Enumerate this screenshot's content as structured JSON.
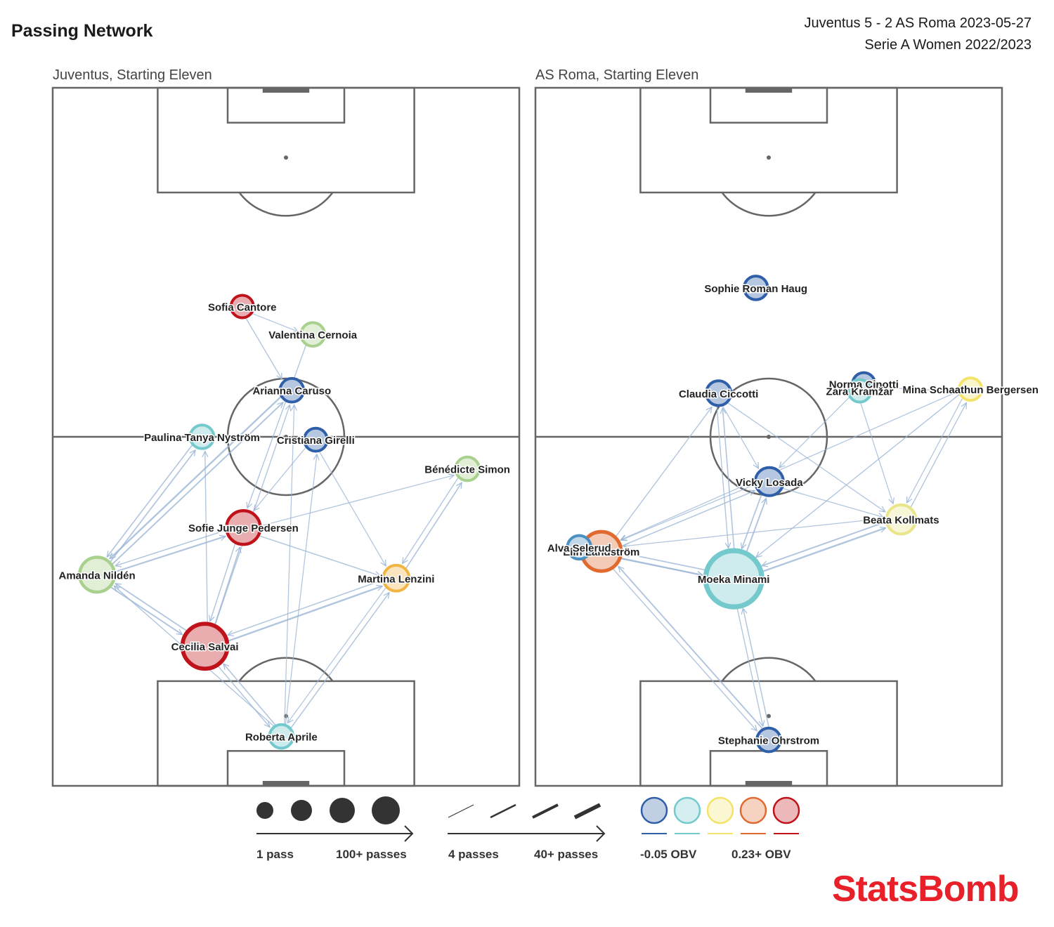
{
  "header": {
    "title": "Passing Network",
    "match_line1": "Juventus 5 - 2 AS Roma 2023-05-27",
    "match_line2": "Serie A Women 2022/2023"
  },
  "teams": {
    "home_label": "Juventus, Starting Eleven",
    "away_label": "AS Roma, Starting Eleven"
  },
  "legend": {
    "size_min": "1 pass",
    "size_max": "100+ passes",
    "width_min": "4 passes",
    "width_max": "40+ passes",
    "obv_min": "-0.05 OBV",
    "obv_max": "0.23+ OBV",
    "obv_colors": [
      "#2f5fa8",
      "#74c9cc",
      "#f3e36a",
      "#e06a30",
      "#c0121a"
    ]
  },
  "brand": "StatsBomb",
  "chart_data": [
    {
      "type": "network",
      "team": "Juventus",
      "title": "Juventus, Starting Eleven",
      "pitch": {
        "xlim": [
          0,
          80
        ],
        "ylim": [
          0,
          120
        ]
      },
      "players": [
        {
          "id": "cantore",
          "name": "Sofia Cantore",
          "x": 32.5,
          "y": 82.4,
          "passes": 10,
          "obv_color": "#c0121a"
        },
        {
          "id": "cernoia",
          "name": "Valentina Cernoia",
          "x": 44.6,
          "y": 77.6,
          "passes": 12,
          "obv_color": "#a9d18e"
        },
        {
          "id": "caruso",
          "name": "Arianna Caruso",
          "x": 41.0,
          "y": 68.0,
          "passes": 12,
          "obv_color": "#2f5fa8"
        },
        {
          "id": "nystrom",
          "name": "Paulina Tanya Nyström",
          "x": 25.6,
          "y": 60.0,
          "passes": 12,
          "obv_color": "#74c9cc"
        },
        {
          "id": "girelli",
          "name": "Cristiana Girelli",
          "x": 45.1,
          "y": 59.5,
          "passes": 11,
          "obv_color": "#2f5fa8"
        },
        {
          "id": "simon",
          "name": "Bénédicte Simon",
          "x": 71.1,
          "y": 54.5,
          "passes": 12,
          "obv_color": "#a9d18e"
        },
        {
          "id": "pedersen",
          "name": "Sofie Junge Pedersen",
          "x": 32.7,
          "y": 44.4,
          "passes": 30,
          "obv_color": "#c0121a"
        },
        {
          "id": "nilden",
          "name": "Amanda Nildén",
          "x": 7.6,
          "y": 36.3,
          "passes": 32,
          "obv_color": "#a9d18e"
        },
        {
          "id": "lenzini",
          "name": "Martina Lenzini",
          "x": 58.9,
          "y": 35.7,
          "passes": 16,
          "obv_color": "#f2b544"
        },
        {
          "id": "salvai",
          "name": "Cecilia Salvai",
          "x": 26.1,
          "y": 24.0,
          "passes": 50,
          "obv_color": "#c0121a"
        },
        {
          "id": "aprile",
          "name": "Roberta Aprile",
          "x": 39.2,
          "y": 8.5,
          "passes": 12,
          "obv_color": "#74c9cc"
        }
      ],
      "links": [
        {
          "from": "cantore",
          "to": "caruso",
          "passes": 5
        },
        {
          "from": "cantore",
          "to": "cernoia",
          "passes": 4
        },
        {
          "from": "cernoia",
          "to": "pedersen",
          "passes": 5
        },
        {
          "from": "caruso",
          "to": "nilden",
          "passes": 14
        },
        {
          "from": "nilden",
          "to": "caruso",
          "passes": 10
        },
        {
          "from": "nystrom",
          "to": "nilden",
          "passes": 7
        },
        {
          "from": "nilden",
          "to": "nystrom",
          "passes": 8
        },
        {
          "from": "nilden",
          "to": "pedersen",
          "passes": 12
        },
        {
          "from": "pedersen",
          "to": "nilden",
          "passes": 6
        },
        {
          "from": "nilden",
          "to": "salvai",
          "passes": 10
        },
        {
          "from": "salvai",
          "to": "nilden",
          "passes": 9
        },
        {
          "from": "salvai",
          "to": "pedersen",
          "passes": 8
        },
        {
          "from": "pedersen",
          "to": "salvai",
          "passes": 6
        },
        {
          "from": "salvai",
          "to": "lenzini",
          "passes": 14
        },
        {
          "from": "lenzini",
          "to": "salvai",
          "passes": 6
        },
        {
          "from": "salvai",
          "to": "caruso",
          "passes": 5
        },
        {
          "from": "salvai",
          "to": "nystrom",
          "passes": 5
        },
        {
          "from": "pedersen",
          "to": "lenzini",
          "passes": 6
        },
        {
          "from": "lenzini",
          "to": "simon",
          "passes": 7
        },
        {
          "from": "simon",
          "to": "lenzini",
          "passes": 5
        },
        {
          "from": "pedersen",
          "to": "simon",
          "passes": 4
        },
        {
          "from": "girelli",
          "to": "lenzini",
          "passes": 4
        },
        {
          "from": "girelli",
          "to": "pedersen",
          "passes": 4
        },
        {
          "from": "aprile",
          "to": "salvai",
          "passes": 7
        },
        {
          "from": "salvai",
          "to": "aprile",
          "passes": 6
        },
        {
          "from": "aprile",
          "to": "lenzini",
          "passes": 6
        },
        {
          "from": "lenzini",
          "to": "aprile",
          "passes": 4
        },
        {
          "from": "aprile",
          "to": "nilden",
          "passes": 5
        },
        {
          "from": "aprile",
          "to": "girelli",
          "passes": 4
        },
        {
          "from": "aprile",
          "to": "caruso",
          "passes": 4
        }
      ]
    },
    {
      "type": "network",
      "team": "AS Roma",
      "title": "AS Roma, Starting Eleven",
      "pitch": {
        "xlim": [
          0,
          80
        ],
        "ylim": [
          0,
          120
        ]
      },
      "players": [
        {
          "id": "haug",
          "name": "Sophie Roman Haug",
          "x": 37.8,
          "y": 85.6,
          "passes": 12,
          "obv_color": "#2f5fa8"
        },
        {
          "id": "ciccotti",
          "name": "Claudia Ciccotti",
          "x": 31.4,
          "y": 67.5,
          "passes": 14,
          "obv_color": "#2f5fa8"
        },
        {
          "id": "cinotti",
          "name": "Norma Cinotti",
          "x": 56.3,
          "y": 69.1,
          "passes": 10,
          "obv_color": "#2f5fa8"
        },
        {
          "id": "kramzar",
          "name": "Zara Kramžar",
          "x": 55.6,
          "y": 67.9,
          "passes": 10,
          "obv_color": "#74c9cc"
        },
        {
          "id": "bergersen",
          "name": "Mina Schaathun Bergersen",
          "x": 74.6,
          "y": 68.2,
          "passes": 10,
          "obv_color": "#f3e36a"
        },
        {
          "id": "losada",
          "name": "Vicky Losada",
          "x": 40.1,
          "y": 52.3,
          "passes": 20,
          "obv_color": "#2f5fa8"
        },
        {
          "id": "kollmats",
          "name": "Beata Kollmats",
          "x": 62.7,
          "y": 45.8,
          "passes": 22,
          "obv_color": "#e8e58a"
        },
        {
          "id": "landstrom",
          "name": "Elin Landström",
          "x": 11.3,
          "y": 40.3,
          "passes": 40,
          "obv_color": "#e06a30"
        },
        {
          "id": "selerud",
          "name": "Alva Selerud",
          "x": 7.5,
          "y": 41.0,
          "passes": 12,
          "obv_color": "#4a90c0"
        },
        {
          "id": "minami",
          "name": "Moeka Minami",
          "x": 34.0,
          "y": 35.6,
          "passes": 70,
          "obv_color": "#74c9cc"
        },
        {
          "id": "ohrstrom",
          "name": "Stephanie Ohrstrom",
          "x": 40.0,
          "y": 7.9,
          "passes": 12,
          "obv_color": "#2f5fa8"
        }
      ],
      "links": [
        {
          "from": "landstrom",
          "to": "minami",
          "passes": 14
        },
        {
          "from": "minami",
          "to": "landstrom",
          "passes": 8
        },
        {
          "from": "minami",
          "to": "kollmats",
          "passes": 14
        },
        {
          "from": "kollmats",
          "to": "minami",
          "passes": 10
        },
        {
          "from": "minami",
          "to": "losada",
          "passes": 10
        },
        {
          "from": "losada",
          "to": "minami",
          "passes": 8
        },
        {
          "from": "minami",
          "to": "ciccotti",
          "passes": 7
        },
        {
          "from": "ciccotti",
          "to": "minami",
          "passes": 5
        },
        {
          "from": "ohrstrom",
          "to": "landstrom",
          "passes": 10
        },
        {
          "from": "landstrom",
          "to": "ohrstrom",
          "passes": 5
        },
        {
          "from": "ohrstrom",
          "to": "minami",
          "passes": 6
        },
        {
          "from": "minami",
          "to": "ohrstrom",
          "passes": 5
        },
        {
          "from": "landstrom",
          "to": "losada",
          "passes": 6
        },
        {
          "from": "losada",
          "to": "landstrom",
          "passes": 4
        },
        {
          "from": "landstrom",
          "to": "ciccotti",
          "passes": 5
        },
        {
          "from": "kollmats",
          "to": "bergersen",
          "passes": 5
        },
        {
          "from": "bergersen",
          "to": "kollmats",
          "passes": 4
        },
        {
          "from": "kollmats",
          "to": "landstrom",
          "passes": 4
        },
        {
          "from": "bergersen",
          "to": "minami",
          "passes": 5
        },
        {
          "from": "bergersen",
          "to": "landstrom",
          "passes": 4
        },
        {
          "from": "ciccotti",
          "to": "kollmats",
          "passes": 4
        },
        {
          "from": "ciccotti",
          "to": "losada",
          "passes": 4
        },
        {
          "from": "kramzar",
          "to": "losada",
          "passes": 4
        },
        {
          "from": "kramzar",
          "to": "kollmats",
          "passes": 4
        },
        {
          "from": "cinotti",
          "to": "bergersen",
          "passes": 4
        },
        {
          "from": "losada",
          "to": "kollmats",
          "passes": 4
        },
        {
          "from": "selerud",
          "to": "minami",
          "passes": 4
        }
      ]
    }
  ]
}
